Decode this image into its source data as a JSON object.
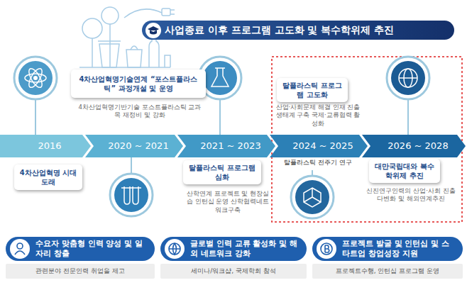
{
  "diagram": {
    "title": "사업종료 이후 프로그램 고도화 및 복수학위제 추진",
    "nodes": [
      {
        "text": [
          "2016"
        ]
      },
      {
        "text": [
          "4차산업혁명 시대도래"
        ]
      },
      {
        "text": [
          "2020 ~ 2021"
        ]
      },
      {
        "text": [
          "4차산업혁명기술연계 “포스트플라스틱” 과정개설 및 운영"
        ]
      },
      {
        "text": [
          "2021 ~ 2023"
        ]
      },
      {
        "text": [
          "탈플라스틱 프로그램 심화"
        ]
      },
      {
        "text": [
          "2024 ~ 2025"
        ]
      },
      {
        "text": [
          "탈플라스틱 프로그램 고도화"
        ]
      },
      {
        "text": [
          "2026 ~ 2028"
        ]
      },
      {
        "text": [
          "대만국립대와 복수학위제 추진"
        ]
      },
      {
        "text": [
          "수요자 맞춤형 인력 양성 및 일자리 창출",
          "관련분야 전문인력 취업을 제고"
        ]
      },
      {
        "text": [
          "글로벌 인력 교류 활성화 및 해외 네트워크 강화",
          "세미나/워크샵, 국제학회 참석"
        ]
      },
      {
        "text": [
          "프로젝트 발굴 및 인턴십 및 스타트업 창업성장 지원",
          "프로젝트수행, 인턴십 프로그램 운영"
        ]
      }
    ],
    "labels": [
      "4차산업혁명기반기술 포스트플라스틱 교과목 재정비 및 강화",
      "산학연계 프로젝트 및 현장실습 인턴십 운영 산학협력네트워크구축",
      "산업·사회문제 해결 인재 진출 생태계 구축 국제·교류협력 활성화",
      "탈플라스틱 전주기 연구",
      "신진연구인력의 산업·사회 진출 다변화 및 해외연계추진"
    ]
  }
}
